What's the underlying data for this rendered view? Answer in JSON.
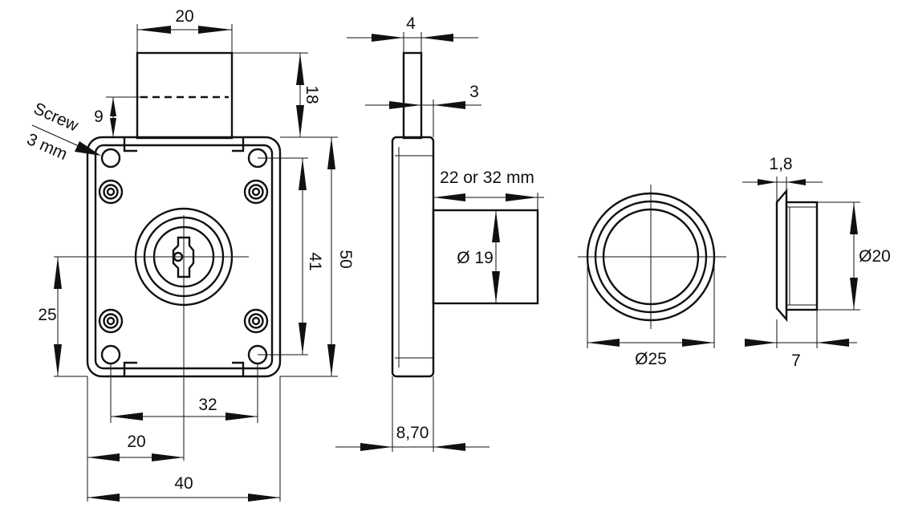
{
  "labels": {
    "screw_line1": "Screw",
    "screw_line2": "3 mm"
  },
  "dimensions": {
    "bolt_width": "20",
    "bolt_height": "18",
    "bolt_offset": "9",
    "hole_spacing_v": "41",
    "total_height": "50",
    "key_height": "25",
    "hole_spacing_h": "32",
    "key_offset": "20",
    "total_width": "40",
    "bolt_thickness": "4",
    "bolt_setback": "3",
    "cylinder_length": "22 or 32 mm",
    "cylinder_diameter": "Ø 19",
    "base_depth": "8,70",
    "rosette_diameter": "Ø25",
    "flange_thickness": "1,8",
    "barrel_diameter": "Ø20",
    "rosette_depth": "7"
  }
}
